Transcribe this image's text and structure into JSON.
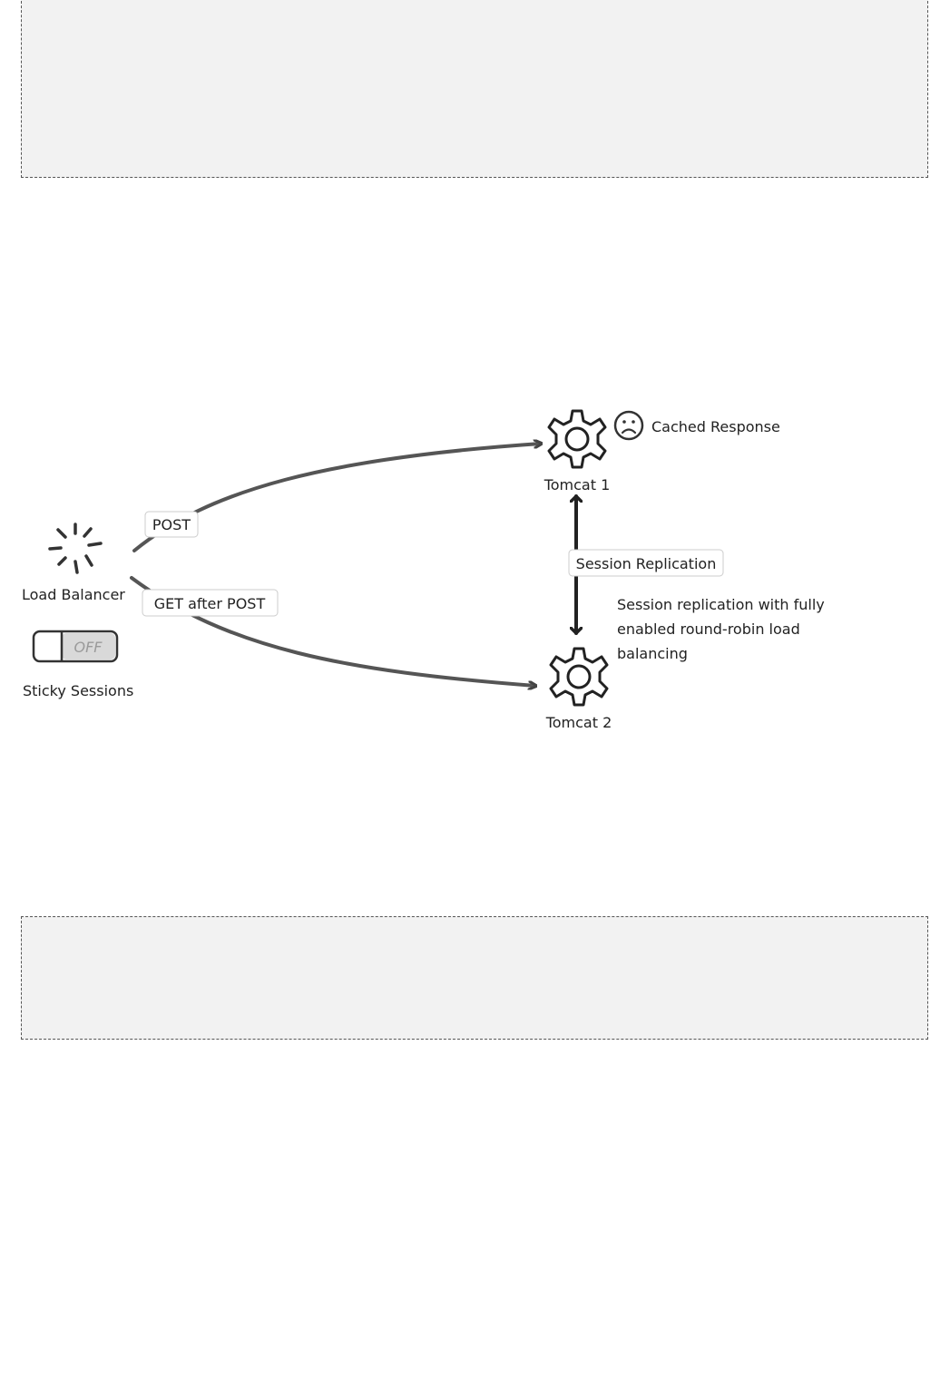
{
  "nodes": {
    "load_balancer": "Load Balancer",
    "tomcat1": "Tomcat 1",
    "tomcat2": "Tomcat 2"
  },
  "edges": {
    "post": "POST",
    "get_after_post": "GET after POST",
    "session_replication": "Session Replication"
  },
  "annotations": {
    "cached_response": "Cached Response",
    "replication_note": [
      "Session replication with fully",
      "enabled round-robin load",
      "balancing"
    ]
  },
  "toggle": {
    "state": "OFF",
    "label": "Sticky Sessions"
  },
  "icons": {
    "load_balancer": "spinner-icon",
    "server": "gear-icon",
    "mood": "sad-face-icon"
  },
  "colors": {
    "panel_bg": "#f2f2f2",
    "arrow": "#555555",
    "dark_arrow": "#222222",
    "toggle_off": "#d9d9d9"
  }
}
